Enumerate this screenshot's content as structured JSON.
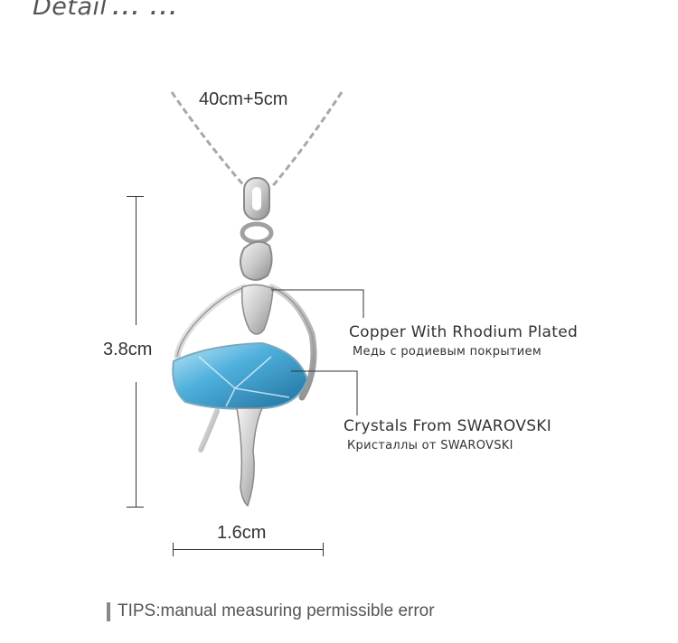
{
  "header": {
    "title": "Detail",
    "dots": "... ..."
  },
  "dimensions": {
    "chain_length": "40cm+5cm",
    "pendant_height": "3.8cm",
    "pendant_width": "1.6cm"
  },
  "annotations": [
    {
      "en": "Copper With Rhodium Plated",
      "ru": "Медь с родиевым покрытием"
    },
    {
      "en": "Crystals From SWAROVSKI",
      "ru": "Кристаллы от SWAROVSKI"
    }
  ],
  "footer": {
    "tips": "TIPS:manual measuring permissible error"
  },
  "colors": {
    "crystal": "#3f9cc9",
    "crystal_light": "#9fd7f0",
    "metal": "#d9d9d9",
    "metal_dark": "#9a9a9a",
    "line": "#333333"
  }
}
